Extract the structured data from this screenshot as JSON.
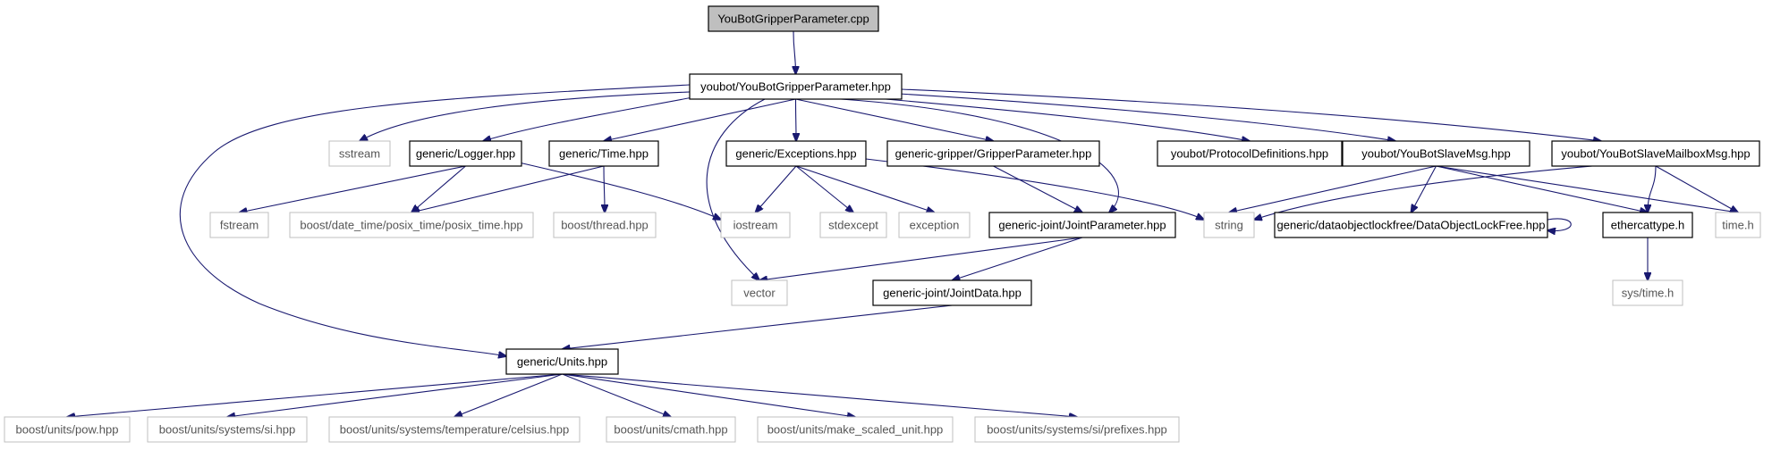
{
  "graph": {
    "nodes": [
      {
        "id": "root",
        "label": "YouBotGripperParameter.cpp",
        "kind": "root"
      },
      {
        "id": "gp_hpp",
        "label": "youbot/YouBotGripperParameter.hpp",
        "kind": "internal"
      },
      {
        "id": "sstream",
        "label": "sstream",
        "kind": "external"
      },
      {
        "id": "logger",
        "label": "generic/Logger.hpp",
        "kind": "internal"
      },
      {
        "id": "time_hpp",
        "label": "generic/Time.hpp",
        "kind": "internal"
      },
      {
        "id": "exceptions",
        "label": "generic/Exceptions.hpp",
        "kind": "internal"
      },
      {
        "id": "gripper_param",
        "label": "generic-gripper/GripperParameter.hpp",
        "kind": "internal"
      },
      {
        "id": "protocol",
        "label": "youbot/ProtocolDefinitions.hpp",
        "kind": "internal"
      },
      {
        "id": "slave_msg",
        "label": "youbot/YouBotSlaveMsg.hpp",
        "kind": "internal"
      },
      {
        "id": "mailbox_msg",
        "label": "youbot/YouBotSlaveMailboxMsg.hpp",
        "kind": "internal"
      },
      {
        "id": "fstream",
        "label": "fstream",
        "kind": "external"
      },
      {
        "id": "posix_time",
        "label": "boost/date_time/posix_time/posix_time.hpp",
        "kind": "external"
      },
      {
        "id": "boost_thread",
        "label": "boost/thread.hpp",
        "kind": "external"
      },
      {
        "id": "iostream",
        "label": "iostream",
        "kind": "external"
      },
      {
        "id": "stdexcept",
        "label": "stdexcept",
        "kind": "external"
      },
      {
        "id": "exception",
        "label": "exception",
        "kind": "external"
      },
      {
        "id": "joint_param",
        "label": "generic-joint/JointParameter.hpp",
        "kind": "internal"
      },
      {
        "id": "string",
        "label": "string",
        "kind": "external"
      },
      {
        "id": "dolf",
        "label": "generic/dataobjectlockfree/DataObjectLockFree.hpp",
        "kind": "internal"
      },
      {
        "id": "ethercat",
        "label": "ethercattype.h",
        "kind": "internal"
      },
      {
        "id": "time_h",
        "label": "time.h",
        "kind": "external"
      },
      {
        "id": "vector",
        "label": "vector",
        "kind": "external"
      },
      {
        "id": "joint_data",
        "label": "generic-joint/JointData.hpp",
        "kind": "internal"
      },
      {
        "id": "sys_time",
        "label": "sys/time.h",
        "kind": "external"
      },
      {
        "id": "units",
        "label": "generic/Units.hpp",
        "kind": "internal"
      },
      {
        "id": "pow",
        "label": "boost/units/pow.hpp",
        "kind": "external"
      },
      {
        "id": "si",
        "label": "boost/units/systems/si.hpp",
        "kind": "external"
      },
      {
        "id": "celsius",
        "label": "boost/units/systems/temperature/celsius.hpp",
        "kind": "external"
      },
      {
        "id": "cmath",
        "label": "boost/units/cmath.hpp",
        "kind": "external"
      },
      {
        "id": "scaled",
        "label": "boost/units/make_scaled_unit.hpp",
        "kind": "external"
      },
      {
        "id": "prefixes",
        "label": "boost/units/systems/si/prefixes.hpp",
        "kind": "external"
      }
    ],
    "edges": [
      {
        "from": "root",
        "to": "gp_hpp"
      },
      {
        "from": "gp_hpp",
        "to": "sstream"
      },
      {
        "from": "gp_hpp",
        "to": "logger"
      },
      {
        "from": "gp_hpp",
        "to": "time_hpp"
      },
      {
        "from": "gp_hpp",
        "to": "exceptions"
      },
      {
        "from": "gp_hpp",
        "to": "gripper_param"
      },
      {
        "from": "gp_hpp",
        "to": "protocol"
      },
      {
        "from": "gp_hpp",
        "to": "slave_msg"
      },
      {
        "from": "gp_hpp",
        "to": "mailbox_msg"
      },
      {
        "from": "gp_hpp",
        "to": "vector"
      },
      {
        "from": "gp_hpp",
        "to": "joint_param"
      },
      {
        "from": "gp_hpp",
        "to": "units"
      },
      {
        "from": "logger",
        "to": "fstream"
      },
      {
        "from": "logger",
        "to": "posix_time"
      },
      {
        "from": "logger",
        "to": "iostream"
      },
      {
        "from": "time_hpp",
        "to": "posix_time"
      },
      {
        "from": "time_hpp",
        "to": "boost_thread"
      },
      {
        "from": "exceptions",
        "to": "iostream"
      },
      {
        "from": "exceptions",
        "to": "stdexcept"
      },
      {
        "from": "exceptions",
        "to": "exception"
      },
      {
        "from": "exceptions",
        "to": "string"
      },
      {
        "from": "gripper_param",
        "to": "joint_param"
      },
      {
        "from": "slave_msg",
        "to": "string"
      },
      {
        "from": "slave_msg",
        "to": "dolf"
      },
      {
        "from": "slave_msg",
        "to": "ethercat"
      },
      {
        "from": "slave_msg",
        "to": "time_h"
      },
      {
        "from": "mailbox_msg",
        "to": "string"
      },
      {
        "from": "mailbox_msg",
        "to": "ethercat"
      },
      {
        "from": "mailbox_msg",
        "to": "time_h"
      },
      {
        "from": "dolf",
        "to": "dolf"
      },
      {
        "from": "ethercat",
        "to": "sys_time"
      },
      {
        "from": "joint_param",
        "to": "vector"
      },
      {
        "from": "joint_param",
        "to": "joint_data"
      },
      {
        "from": "joint_data",
        "to": "units"
      },
      {
        "from": "units",
        "to": "pow"
      },
      {
        "from": "units",
        "to": "si"
      },
      {
        "from": "units",
        "to": "celsius"
      },
      {
        "from": "units",
        "to": "cmath"
      },
      {
        "from": "units",
        "to": "scaled"
      },
      {
        "from": "units",
        "to": "prefixes"
      }
    ]
  },
  "colors": {
    "edge": "#191970",
    "root_fill": "#bfbfbf",
    "internal_border": "#000000",
    "external_border": "#bfbfbf"
  }
}
